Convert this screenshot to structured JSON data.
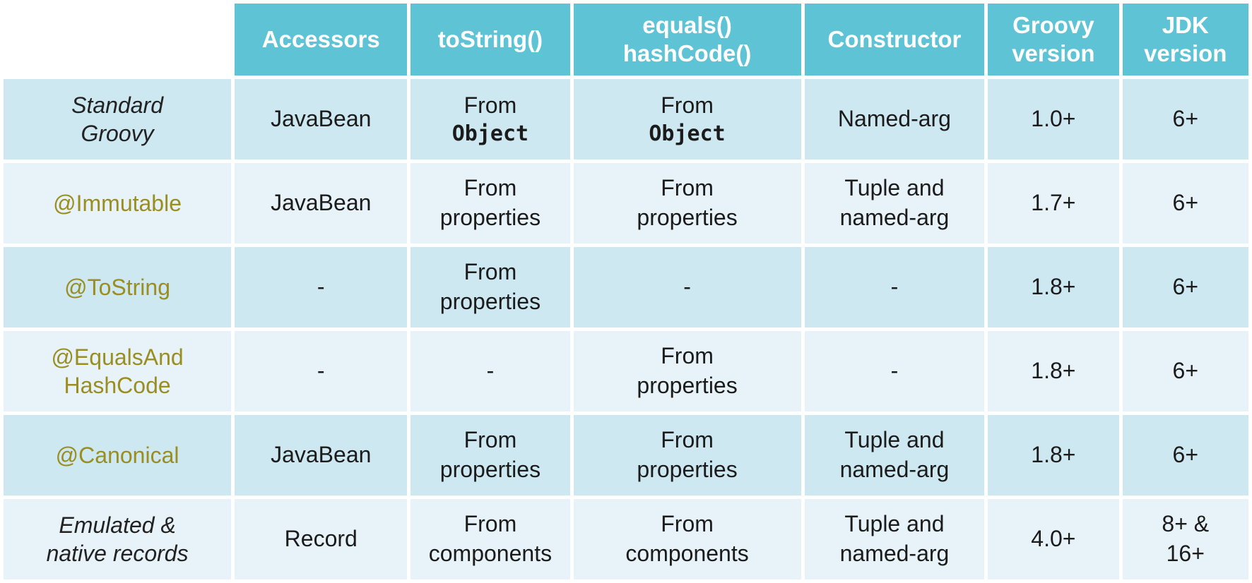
{
  "colors": {
    "header_bg": "#5fc3d6",
    "header_text": "#ffffff",
    "row_odd_bg": "#cde8f0",
    "row_even_bg": "#e7f3f8",
    "annotation_color": "#9a8e20",
    "body_text": "#1b1b1b"
  },
  "header": {
    "corner": "",
    "columns": [
      "Accessors",
      "toString()",
      "equals()\nhashCode()",
      "Constructor",
      "Groovy\nversion",
      "JDK\nversion"
    ]
  },
  "rows": [
    {
      "label": "Standard\nGroovy",
      "cells": {
        "accessors": {
          "text": "JavaBean"
        },
        "tostring": {
          "text": "From",
          "code": "Object"
        },
        "equals": {
          "text": "From",
          "code": "Object"
        },
        "constructor": {
          "text": "Named-arg"
        },
        "groovy": {
          "text": "1.0+"
        },
        "jdk": {
          "text": "6+"
        }
      }
    },
    {
      "label": "@Immutable",
      "cells": {
        "accessors": {
          "text": "JavaBean"
        },
        "tostring": {
          "text": "From\nproperties"
        },
        "equals": {
          "text": "From\nproperties"
        },
        "constructor": {
          "text": "Tuple and\nnamed-arg"
        },
        "groovy": {
          "text": "1.7+"
        },
        "jdk": {
          "text": "6+"
        }
      }
    },
    {
      "label": "@ToString",
      "cells": {
        "accessors": {
          "text": "-"
        },
        "tostring": {
          "text": "From\nproperties"
        },
        "equals": {
          "text": "-"
        },
        "constructor": {
          "text": "-"
        },
        "groovy": {
          "text": "1.8+"
        },
        "jdk": {
          "text": "6+"
        }
      }
    },
    {
      "label": "@EqualsAnd\nHashCode",
      "cells": {
        "accessors": {
          "text": "-"
        },
        "tostring": {
          "text": "-"
        },
        "equals": {
          "text": "From\nproperties"
        },
        "constructor": {
          "text": "-"
        },
        "groovy": {
          "text": "1.8+"
        },
        "jdk": {
          "text": "6+"
        }
      }
    },
    {
      "label": "@Canonical",
      "cells": {
        "accessors": {
          "text": "JavaBean"
        },
        "tostring": {
          "text": "From\nproperties"
        },
        "equals": {
          "text": "From\nproperties"
        },
        "constructor": {
          "text": "Tuple and\nnamed-arg"
        },
        "groovy": {
          "text": "1.8+"
        },
        "jdk": {
          "text": "6+"
        }
      }
    },
    {
      "label": "Emulated &\nnative records",
      "cells": {
        "accessors": {
          "text": "Record"
        },
        "tostring": {
          "text": "From\ncomponents"
        },
        "equals": {
          "text": "From\ncomponents"
        },
        "constructor": {
          "text": "Tuple and\nnamed-arg"
        },
        "groovy": {
          "text": "4.0+"
        },
        "jdk": {
          "text": "8+ &\n16+"
        }
      }
    }
  ],
  "chart_data": {
    "type": "table",
    "columns": [
      "",
      "Accessors",
      "toString()",
      "equals() hashCode()",
      "Constructor",
      "Groovy version",
      "JDK version"
    ],
    "rows": [
      [
        "Standard Groovy",
        "JavaBean",
        "From Object",
        "From Object",
        "Named-arg",
        "1.0+",
        "6+"
      ],
      [
        "@Immutable",
        "JavaBean",
        "From properties",
        "From properties",
        "Tuple and named-arg",
        "1.7+",
        "6+"
      ],
      [
        "@ToString",
        "-",
        "From properties",
        "-",
        "-",
        "1.8+",
        "6+"
      ],
      [
        "@EqualsAndHashCode",
        "-",
        "-",
        "From properties",
        "-",
        "1.8+",
        "6+"
      ],
      [
        "@Canonical",
        "JavaBean",
        "From properties",
        "From properties",
        "Tuple and named-arg",
        "1.8+",
        "6+"
      ],
      [
        "Emulated & native records",
        "Record",
        "From components",
        "From components",
        "Tuple and named-arg",
        "4.0+",
        "8+ & 16+"
      ]
    ]
  }
}
